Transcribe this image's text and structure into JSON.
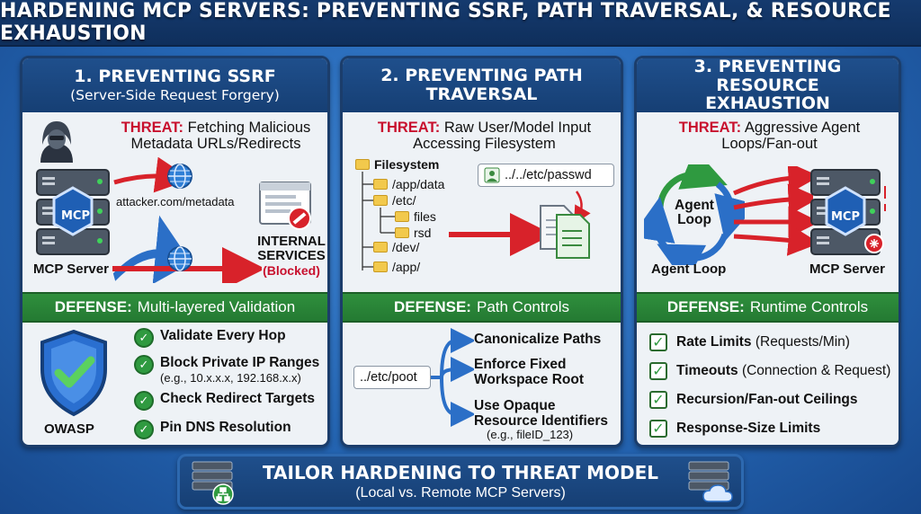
{
  "title": "HARDENING MCP SERVERS: PREVENTING SSRF, PATH TRAVERSAL, & RESOURCE EXHAUSTION",
  "panel1": {
    "heading": "1. PREVENTING SSRF",
    "subheading": "(Server-Side Request Forgery)",
    "threat_label": "THREAT:",
    "threat_text": "Fetching Malicious Metadata URLs/Redirects",
    "arrow_label": "attacker.com/metadata",
    "server_label": "MCP Server",
    "mcp_badge": "MCP",
    "internal_label": "INTERNAL SERVICES",
    "blocked_label": "(Blocked)",
    "defense_label": "DEFENSE:",
    "defense_text": "Multi-layered Validation",
    "shield_label": "OWASP",
    "checks": [
      {
        "text": "Validate Every Hop",
        "detail": ""
      },
      {
        "text": "Block Private IP Ranges",
        "detail": "(e.g., 10.x.x.x, 192.168.x.x)"
      },
      {
        "text": "Check Redirect Targets",
        "detail": ""
      },
      {
        "text": "Pin DNS Resolution",
        "detail": ""
      }
    ]
  },
  "panel2": {
    "heading": "2. PREVENTING PATH TRAVERSAL",
    "threat_label": "THREAT:",
    "threat_text": "Raw User/Model Input Accessing Filesystem",
    "tree": [
      "Filesystem",
      "/app/data",
      "/etc/",
      "files",
      "rsd",
      "/dev/",
      "/app/"
    ],
    "input_path": "../../etc/passwd",
    "defense_label": "DEFENSE:",
    "defense_text": "Path Controls",
    "request_path": "../etc/poot",
    "options": [
      {
        "text": "Canonicalize Paths",
        "detail": ""
      },
      {
        "text": "Enforce Fixed Workspace Root",
        "detail": ""
      },
      {
        "text": "Use Opaque Resource Identifiers",
        "detail": "(e.g., fileID_123)"
      }
    ]
  },
  "panel3": {
    "heading": "3. PREVENTING RESOURCE EXHAUSTION",
    "threat_label": "THREAT:",
    "threat_text": "Aggressive Agent Loops/Fan-out",
    "loop_inner_label": "Agent Loop",
    "loop_label": "Agent Loop",
    "server_label": "MCP Server",
    "mcp_badge": "MCP",
    "defense_label": "DEFENSE:",
    "defense_text": "Runtime Controls",
    "controls": [
      {
        "bold": "Rate Limits",
        "rest": "(Requests/Min)"
      },
      {
        "bold": "Timeouts",
        "rest": "(Connection & Request)"
      },
      {
        "bold": "Recursion/Fan-out Ceilings",
        "rest": ""
      },
      {
        "bold": "Response-Size Limits",
        "rest": ""
      }
    ]
  },
  "footer": {
    "heading": "TAILOR HARDENING TO THREAT MODEL",
    "subheading": "(Local vs. Remote MCP Servers)"
  },
  "colors": {
    "threat_red": "#c8102e",
    "defense_green": "#2f8f3d",
    "panel_navy": "#1f4f8c",
    "mcp_blue": "#1f5fb4"
  },
  "icons": [
    "hacker-icon",
    "server-rack-icon",
    "globe-icon",
    "browser-window-icon",
    "blocked-icon",
    "shield-check-icon",
    "check-icon",
    "folder-icon",
    "user-icon",
    "document-icon",
    "cycle-arrows-icon",
    "network-icon",
    "cloud-icon"
  ]
}
